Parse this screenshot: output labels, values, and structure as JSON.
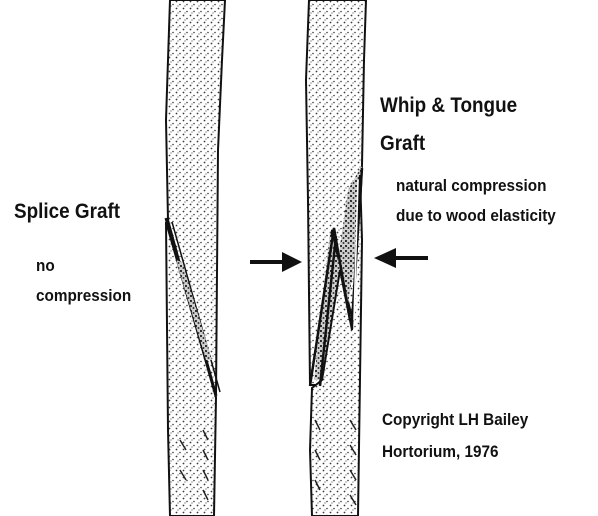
{
  "splice": {
    "title": "Splice Graft",
    "note_line1": "no",
    "note_line2": "compression"
  },
  "whip": {
    "title_line1": "Whip & Tongue",
    "title_line2": "Graft",
    "note_line1": "natural compression",
    "note_line2": "due to wood elasticity"
  },
  "copyright": {
    "line1": "Copyright LH Bailey",
    "line2": "Hortorium, 1976"
  },
  "colors": {
    "ink": "#111111",
    "paper": "#ffffff",
    "stipple": "#3a3a3a"
  }
}
